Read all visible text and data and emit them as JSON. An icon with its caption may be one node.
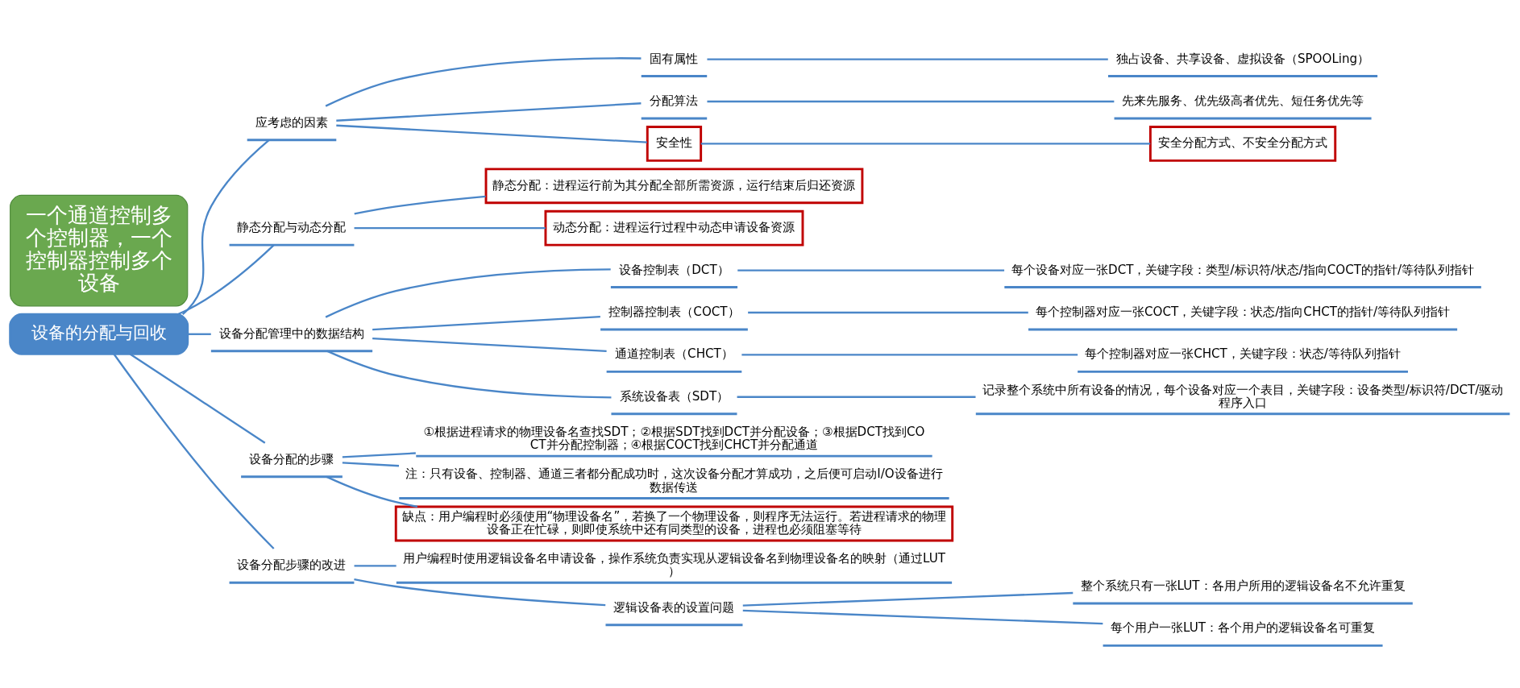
{
  "diagram": {
    "nodes": [
      {
        "text": [
          "设备的分配与回收"
        ]
      },
      {
        "text": [
          "应考虑的因素"
        ]
      },
      {
        "text": [
          "固有属性"
        ]
      },
      {
        "text": [
          "独占设备、共享设备、虚拟设备（SPOOLing）"
        ]
      },
      {
        "text": [
          "分配算法"
        ]
      },
      {
        "text": [
          "先来先服务、优先级高者优先、短任务优先等"
        ]
      },
      {
        "text": [
          "安全性"
        ]
      },
      {
        "text": [
          "安全分配方式、不安全分配方式"
        ]
      },
      {
        "text": [
          "静态分配与动态分配"
        ]
      },
      {
        "text": [
          "静态分配：进程运行前为其分配全部所需资源，运行结束后归还资源"
        ]
      },
      {
        "text": [
          "动态分配：进程运行过程中动态申请设备资源"
        ]
      },
      {
        "text": [
          "设备分配管理中的数据结构"
        ]
      },
      {
        "text": [
          "设备控制表（DCT）"
        ]
      },
      {
        "text": [
          "每个设备对应一张DCT，关键字段：类型/标识符/状态/指向COCT的指针/等待队列指针"
        ]
      },
      {
        "text": [
          "控制器控制表（COCT）"
        ]
      },
      {
        "text": [
          "每个控制器对应一张COCT，关键字段：状态/指向CHCT的指针/等待队列指针"
        ]
      },
      {
        "text": [
          "通道控制表（CHCT）"
        ]
      },
      {
        "text": [
          "每个控制器对应一张CHCT，关键字段：状态/等待队列指针"
        ]
      },
      {
        "text": [
          "系统设备表（SDT）"
        ]
      },
      {
        "text": [
          "记录整个系统中所有设备的情况，每个设备对应一个表目，关键字段：设备类型/标识符/DCT/驱动程序入口"
        ]
      },
      {
        "text": [
          "设备分配的步骤"
        ]
      },
      {
        "text": [
          "①根据进程请求的物理设备名查找SDT；②根据SDT找到DCT并分配设备；③根据DCT找到COCT并分配控制器；④根据COCT找到CHCT并分配通道"
        ]
      },
      {
        "text": [
          "注：只有设备、控制器、通道三者都分配成功时，这次设备分配才算成功，之后便可启动I/O设备进行数据传送"
        ]
      },
      {
        "text": [
          "缺点：用户编程时必须使用“物理设备名”，若换了一个物理设备，则程序无法运行。若进程请求的物理设备正在忙碌，则即使系统中还有同类型的设备，进程也必须阻塞等待"
        ]
      },
      {
        "text": [
          "设备分配步骤的改进"
        ]
      },
      {
        "text": [
          "用户编程时使用逻辑设备名申请设备，操作系统负责实现从逻辑设备名到物理设备名的映射（通过LUT）"
        ]
      },
      {
        "text": [
          "逻辑设备表的设置问题"
        ]
      },
      {
        "text": [
          "整个系统只有一张LUT：各用户所用的逻辑设备名不允许重复"
        ]
      },
      {
        "text": [
          "每个用户一张LUT：各个用户的逻辑设备名可重复"
        ]
      },
      {
        "text": [
          "一个通道控制多个控制器，一个控制器控制多个设备"
        ]
      }
    ],
    "edges": [
      {
        "from": 0,
        "to": 1,
        "arrow": "none"
      },
      {
        "from": 1,
        "to": 2,
        "arrow": "none"
      },
      {
        "from": 2,
        "to": 3,
        "arrow": "none"
      },
      {
        "from": 1,
        "to": 4,
        "arrow": "none"
      },
      {
        "from": 4,
        "to": 5,
        "arrow": "none"
      },
      {
        "from": 1,
        "to": 6,
        "arrow": "none"
      },
      {
        "from": 6,
        "to": 7,
        "arrow": "none"
      },
      {
        "from": 0,
        "to": 8,
        "arrow": "none"
      },
      {
        "from": 8,
        "to": 9,
        "arrow": "none"
      },
      {
        "from": 8,
        "to": 10,
        "arrow": "none"
      },
      {
        "from": 0,
        "to": 11,
        "arrow": "none"
      },
      {
        "from": 11,
        "to": 12,
        "arrow": "none"
      },
      {
        "from": 12,
        "to": 13,
        "arrow": "none"
      },
      {
        "from": 11,
        "to": 14,
        "arrow": "none"
      },
      {
        "from": 14,
        "to": 15,
        "arrow": "none"
      },
      {
        "from": 11,
        "to": 16,
        "arrow": "none"
      },
      {
        "from": 16,
        "to": 17,
        "arrow": "none"
      },
      {
        "from": 11,
        "to": 18,
        "arrow": "none"
      },
      {
        "from": 18,
        "to": 19,
        "arrow": "none"
      },
      {
        "from": 0,
        "to": 20,
        "arrow": "none"
      },
      {
        "from": 20,
        "to": 21,
        "arrow": "none"
      },
      {
        "from": 20,
        "to": 22,
        "arrow": "none"
      },
      {
        "from": 20,
        "to": 23,
        "arrow": "none"
      },
      {
        "from": 0,
        "to": 24,
        "arrow": "none"
      },
      {
        "from": 24,
        "to": 25,
        "arrow": "none"
      },
      {
        "from": 24,
        "to": 26,
        "arrow": "none"
      },
      {
        "from": 26,
        "to": 27,
        "arrow": "none"
      },
      {
        "from": 26,
        "to": 28,
        "arrow": "none"
      }
    ]
  }
}
